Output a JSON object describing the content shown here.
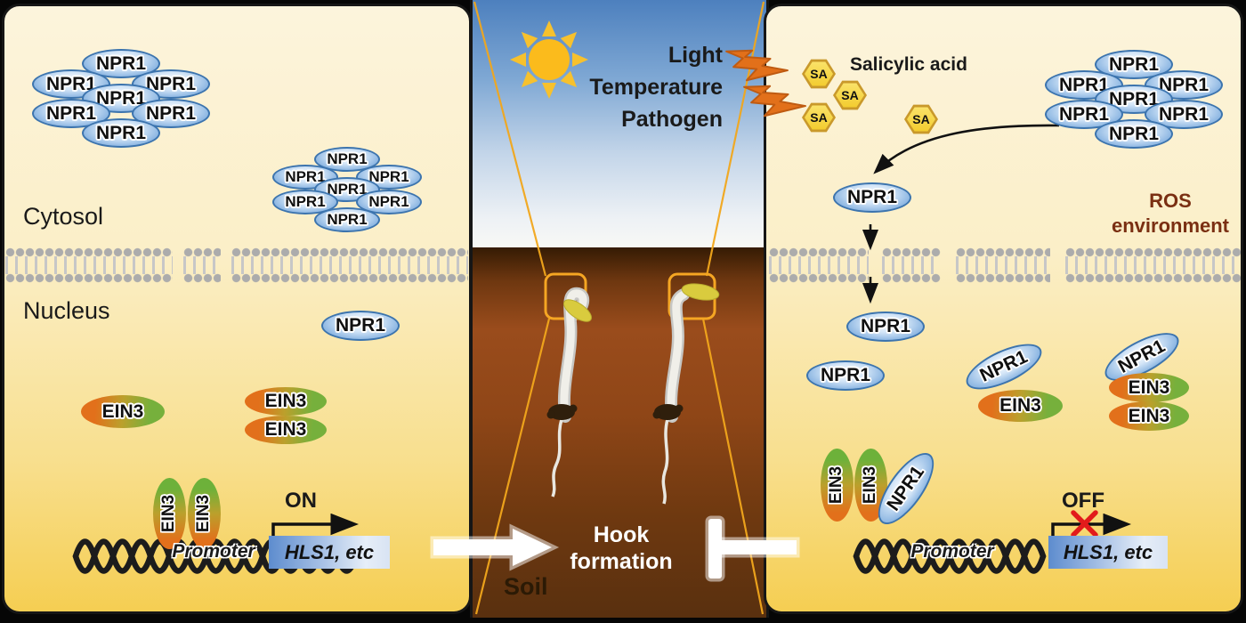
{
  "labels": {
    "npr1": "NPR1",
    "ein3": "EIN3",
    "sa": "SA"
  },
  "left_panel": {
    "cytosol": "Cytosol",
    "nucleus": "Nucleus",
    "state": "ON",
    "gene": "HLS1, etc",
    "promoter": "Promoter"
  },
  "middle_panel": {
    "stimuli": [
      "Light",
      "Temperature",
      "Pathogen"
    ],
    "hook": [
      "Hook",
      "formation"
    ],
    "soil": "Soil"
  },
  "right_panel": {
    "salicylic_acid": "Salicylic acid",
    "ros": [
      "ROS",
      "environment"
    ],
    "state": "OFF",
    "gene": "HLS1, etc",
    "promoter": "Promoter"
  },
  "colors": {
    "npr1_blue": "#4A82BD",
    "ein3_orange": "#E2701B",
    "ein3_green": "#76B03C",
    "sa_yellow": "#F9DC4B",
    "accent_orange": "#F5A623",
    "soil_brown": "#6E3710",
    "ros_text": "#7A2F12"
  }
}
